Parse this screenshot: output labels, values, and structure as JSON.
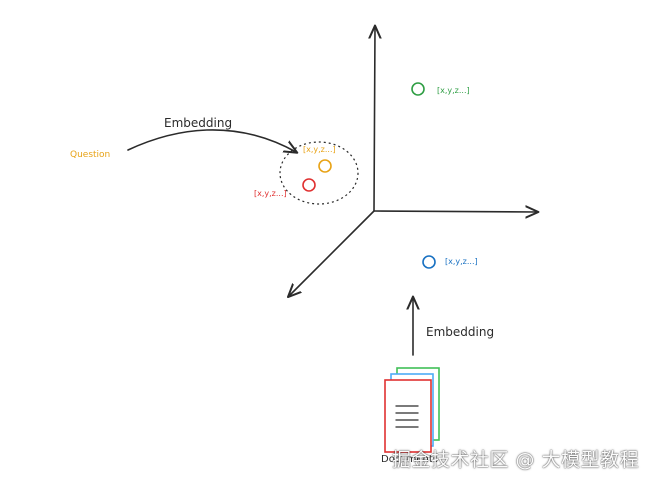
{
  "labels": {
    "question": "Question",
    "embedding_top": "Embedding",
    "embedding_bottom": "Embedding",
    "vector_orange": "[x,y,z...]",
    "vector_red": "[x,y,z...]",
    "vector_green": "[x,y,z...]",
    "vector_blue": "[x,y,z...]",
    "document_label": "Documents"
  },
  "colors": {
    "ink": "#2b2b2b",
    "orange": "#e8a317",
    "red": "#e03131",
    "green": "#2f9e44",
    "blue": "#1971c2",
    "doc_green": "#40c057",
    "doc_blue": "#4dabf7",
    "doc_red": "#e03131"
  },
  "icons": {
    "document_stack": "document-stack-icon"
  },
  "watermark": "掘金技术社区 @ 大模型教程"
}
